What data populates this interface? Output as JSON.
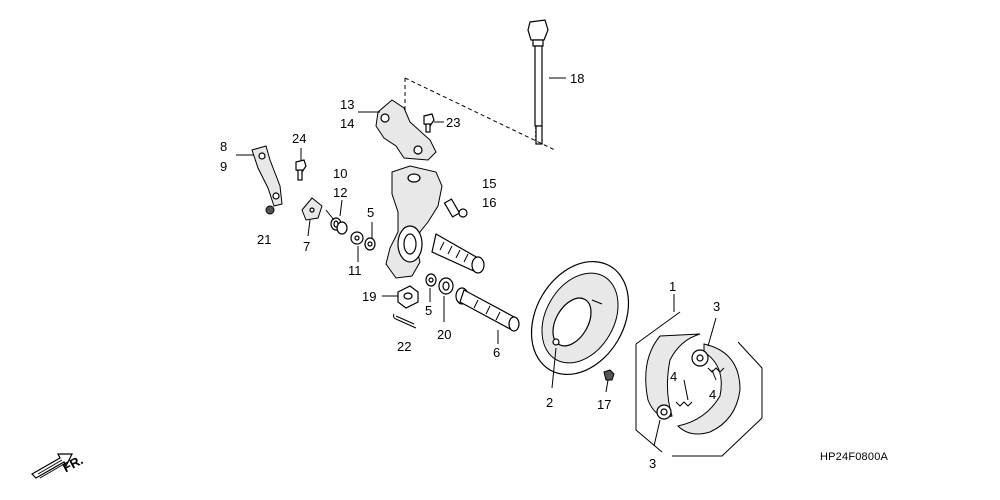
{
  "diagram": {
    "callouts": {
      "c1": "1",
      "c2": "2",
      "c3a": "3",
      "c3b": "3",
      "c4a": "4",
      "c4b": "4",
      "c5a": "5",
      "c5b": "5",
      "c6": "6",
      "c7": "7",
      "c8": "8",
      "c9": "9",
      "c10": "10",
      "c11": "11",
      "c12": "12",
      "c13": "13",
      "c14": "14",
      "c15": "15",
      "c16": "16",
      "c17": "17",
      "c18": "18",
      "c19": "19",
      "c20": "20",
      "c21": "21",
      "c22": "22",
      "c23": "23",
      "c24": "24"
    },
    "direction_label": "FR.",
    "diagram_code": "HP24F0800A"
  }
}
